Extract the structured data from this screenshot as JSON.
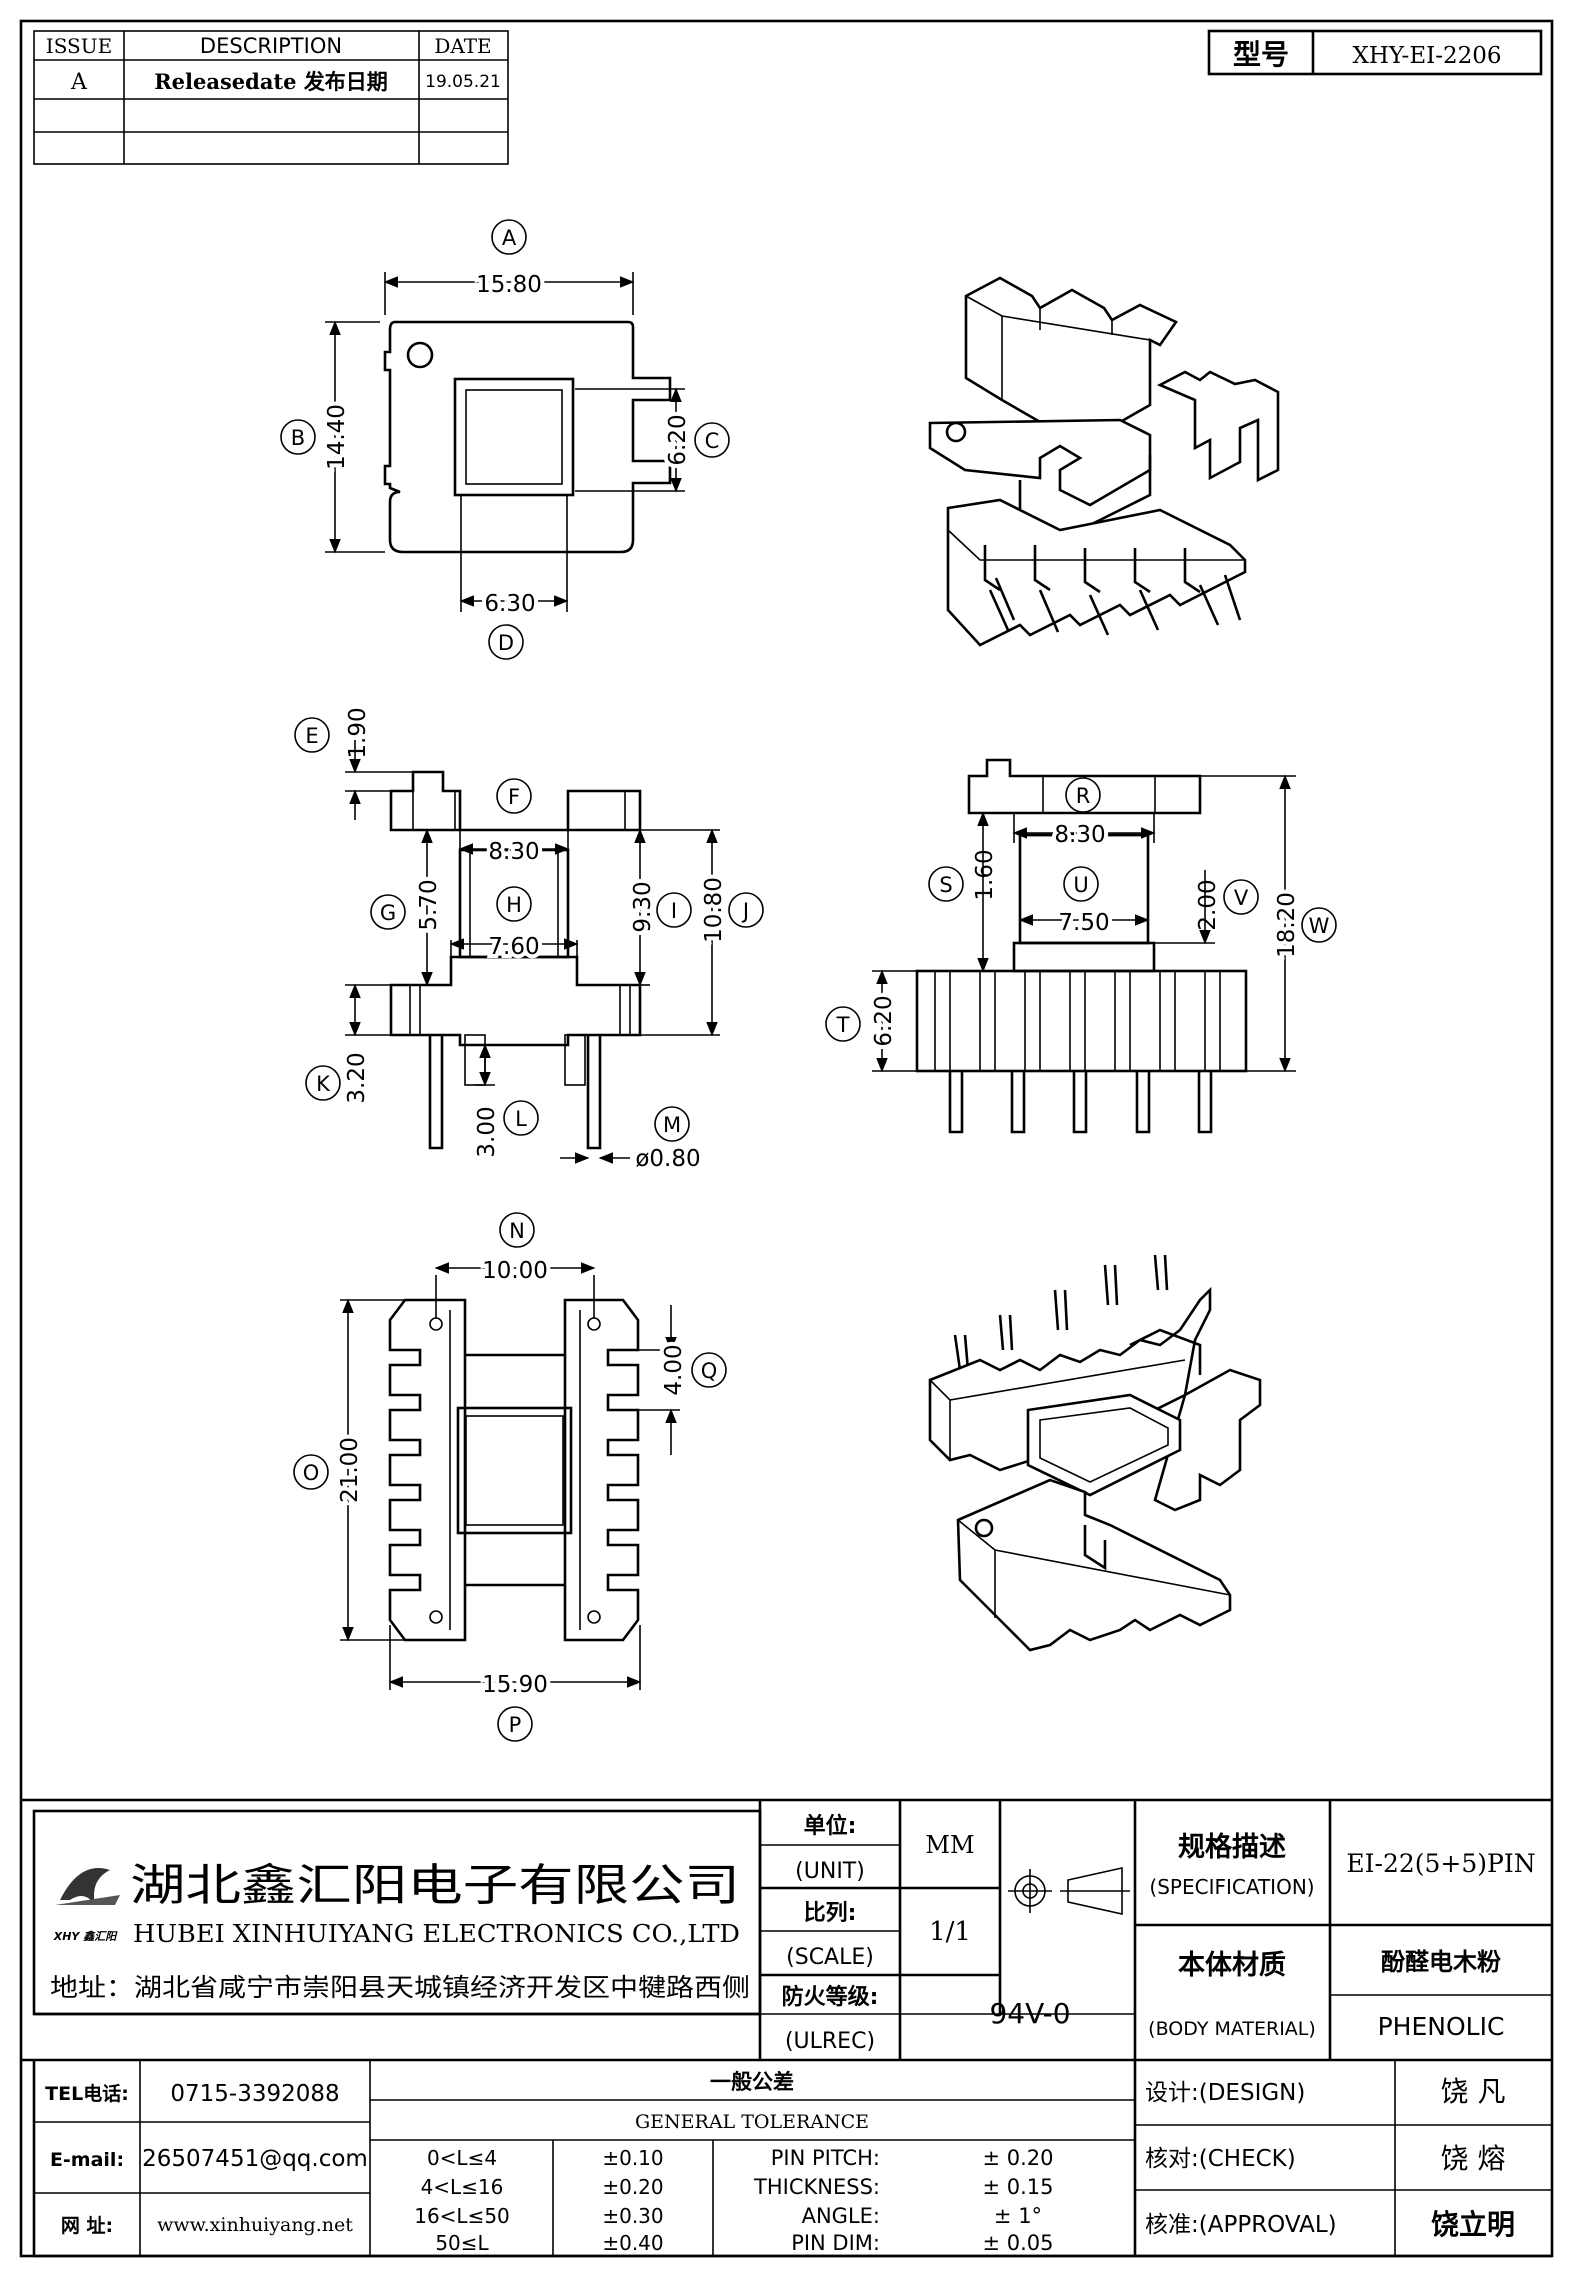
{
  "revision": {
    "headers": [
      "ISSUE",
      "DESCRIPTION",
      "DATE"
    ],
    "rows": [
      {
        "issue": "A",
        "description": "Releasedate 发布日期",
        "date": "19.05.21"
      },
      {
        "issue": "",
        "description": "",
        "date": ""
      },
      {
        "issue": "",
        "description": "",
        "date": ""
      }
    ]
  },
  "model": {
    "label": "型号",
    "value": "XHY-EI-2206"
  },
  "top_view": {
    "dims": {
      "A": "15.80",
      "B": "14.40",
      "C": "6.20",
      "D": "6.30"
    }
  },
  "front_view": {
    "dims": {
      "E": "1.90",
      "F": "8.30",
      "G": "5.70",
      "H": "7.60",
      "I": "9.30",
      "J": "10.80",
      "K": "3.20",
      "L": "3.00",
      "M": "ø0.80"
    }
  },
  "side_view": {
    "dims": {
      "R": "8.30",
      "S": "1.60",
      "U": "7.50",
      "V": "2.00",
      "W": "18.20",
      "T": "6.20"
    }
  },
  "bottom_view": {
    "dims": {
      "N": "10.00",
      "O": "21.00",
      "P": "15.90",
      "Q": "4.00"
    }
  },
  "company": {
    "name_cn": "湖北鑫汇阳电子有限公司",
    "name_en": "HUBEI XINHUIYANG ELECTRONICS CO.,LTD",
    "address": "地址：湖北省咸宁市崇阳县天城镇经济开发区中犍路西侧",
    "logo_text": "XHY 鑫汇阳"
  },
  "title_block": {
    "unit_label_cn": "单位:",
    "unit_label_en": "(UNIT)",
    "unit_value": "MM",
    "scale_label_cn": "比列:",
    "scale_label_en": "(SCALE)",
    "scale_value": "1/1",
    "fire_label_cn": "防火等级:",
    "fire_label_en": "(ULREC)",
    "fire_value": "94V-0",
    "spec_label_cn": "规格描述",
    "spec_label_en": "(SPECIFICATION)",
    "spec_value": "EI-22(5+5)PIN",
    "material_label_cn": "本体材质",
    "material_label_en": "(BODY MATERIAL)",
    "material_value_cn": "酚醛电木粉",
    "material_value_en": "PHENOLIC"
  },
  "contact": {
    "tel_label": "TEL电话:",
    "tel": "0715-3392088",
    "email_label": "E-mail:",
    "email": "26507451@qq.com",
    "web_label": "网  址:",
    "web": "www.xinhuiyang.net"
  },
  "tolerance": {
    "title_cn": "一般公差",
    "title_en": "GENERAL TOLERANCE",
    "ranges": [
      {
        "range": "0<L≤4",
        "tol": "±0.10"
      },
      {
        "range": "4<L≤16",
        "tol": "±0.20"
      },
      {
        "range": "16<L≤50",
        "tol": "±0.30"
      },
      {
        "range": "50≤L",
        "tol": "±0.40"
      }
    ],
    "items": [
      {
        "name": "PIN PITCH:",
        "value": "± 0.20"
      },
      {
        "name": "THICKNESS:",
        "value": "± 0.15"
      },
      {
        "name": "ANGLE:",
        "value": "± 1°"
      },
      {
        "name": "PIN DIM:",
        "value": "± 0.05"
      }
    ]
  },
  "signoff": {
    "design_label": "设计:(DESIGN)",
    "design_name": "饶  凡",
    "check_label": "核对:(CHECK)",
    "check_name": "饶  熔",
    "approval_label": "核准:(APPROVAL)",
    "approval_name": "饶立明"
  }
}
